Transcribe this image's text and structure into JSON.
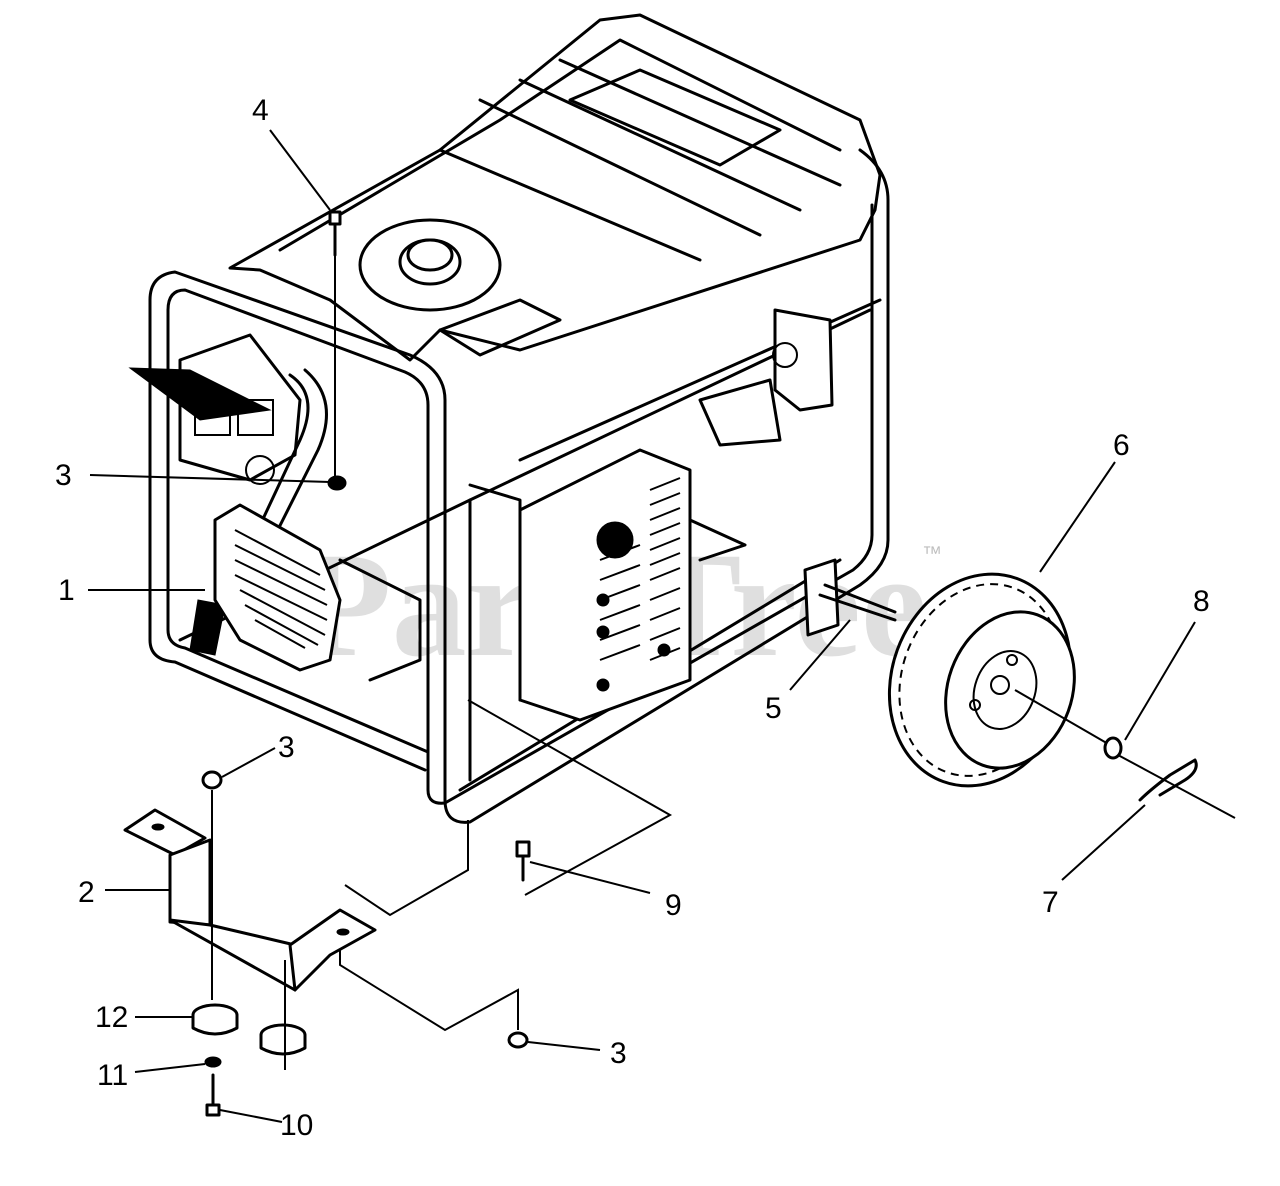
{
  "watermark": {
    "text": "PartsTree",
    "trademark": "™"
  },
  "callouts": [
    "4",
    "3",
    "1",
    "3",
    "2",
    "12",
    "11",
    "10",
    "9",
    "3",
    "5",
    "6",
    "8",
    "7"
  ]
}
